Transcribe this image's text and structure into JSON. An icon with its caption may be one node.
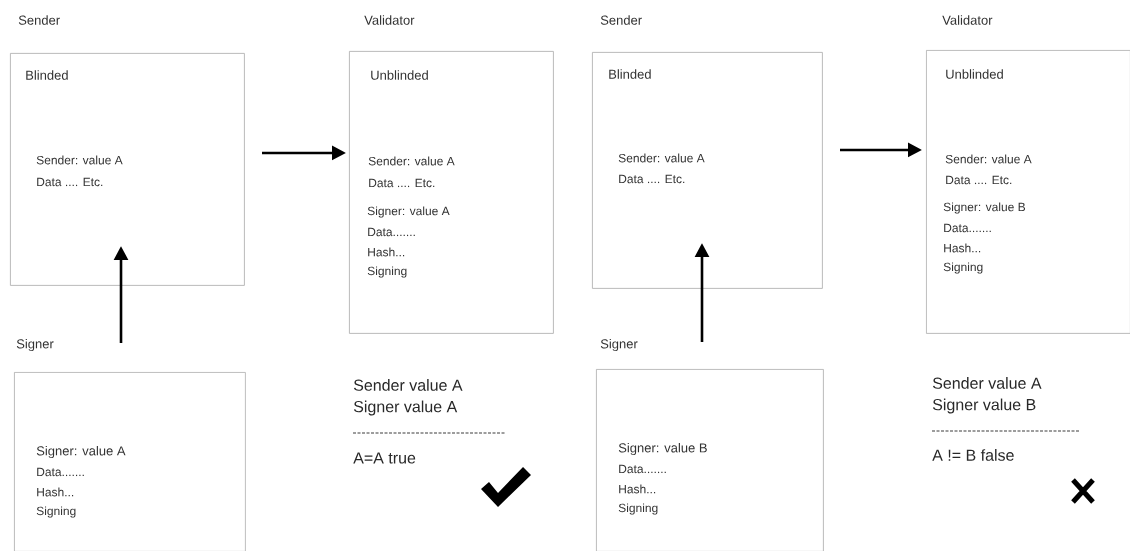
{
  "diagram": {
    "nodes": [
      {
        "text": [
          "Sender",
          "Blinded",
          "Sender: value A",
          "Data .... Etc."
        ]
      },
      {
        "text": [
          "Validator",
          "Unblinded",
          "Sender: value A",
          "Data .... Etc.",
          "Signer: value A",
          "Data.......",
          "Hash...",
          "Signing"
        ]
      },
      {
        "text": [
          "Signer",
          "Signer: value A",
          "Data.......",
          "Hash...",
          "Signing"
        ]
      },
      {
        "text": [
          "Sender",
          "Blinded",
          "Sender: value A",
          "Data .... Etc."
        ]
      },
      {
        "text": [
          "Validator",
          "Unblinded",
          "Sender: value A",
          "Data .... Etc.",
          "Signer: value B",
          "Data.......",
          "Hash...",
          "Signing"
        ]
      },
      {
        "text": [
          "Signer",
          "Signer: value B",
          "Data.......",
          "Hash...",
          "Signing"
        ]
      }
    ],
    "edges": [
      {
        "from": 0,
        "to": 1,
        "arrow": "to"
      },
      {
        "from": 2,
        "to": 0,
        "arrow": "to"
      },
      {
        "from": 3,
        "to": 4,
        "arrow": "to"
      },
      {
        "from": 5,
        "to": 3,
        "arrow": "to"
      }
    ],
    "labels": [
      "Sender value A",
      "Signer value A",
      "A=A true",
      "Sender value A",
      "Signer value B",
      "A != B false"
    ]
  }
}
